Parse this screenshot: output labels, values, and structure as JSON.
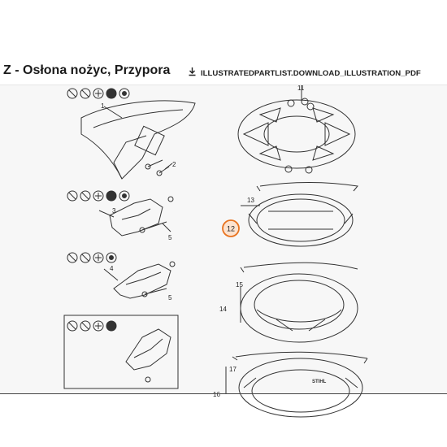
{
  "header": {
    "title": "Z - Osłona nożyc, Przypora",
    "download_label": "ILLUSTRATEDPARTLIST.DOWNLOAD_ILLUSTRATION_PDF"
  },
  "callouts": {
    "n1": "1",
    "n2": "2",
    "n3": "3",
    "n4": "4",
    "n5": "5",
    "n11": "11",
    "n12": "12",
    "n13": "13",
    "n14": "14",
    "n15": "15",
    "n16": "16",
    "n17": "17"
  },
  "brand_mark": "STIHL",
  "colors": {
    "highlight": "#e8731f",
    "line": "#333333",
    "background": "#f7f7f7"
  }
}
